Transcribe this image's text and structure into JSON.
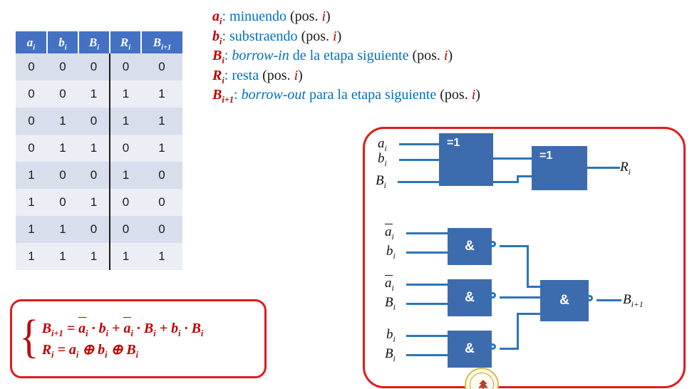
{
  "table": {
    "headers": [
      {
        "base": "a",
        "sub": "i"
      },
      {
        "base": "b",
        "sub": "i"
      },
      {
        "base": "B",
        "sub": "i"
      },
      {
        "base": "R",
        "sub": "i"
      },
      {
        "base": "B",
        "sub": "i+1"
      }
    ],
    "rows": [
      [
        "0",
        "0",
        "0",
        "0",
        "0"
      ],
      [
        "0",
        "0",
        "1",
        "1",
        "1"
      ],
      [
        "0",
        "1",
        "0",
        "1",
        "1"
      ],
      [
        "0",
        "1",
        "1",
        "0",
        "1"
      ],
      [
        "1",
        "0",
        "0",
        "1",
        "0"
      ],
      [
        "1",
        "0",
        "1",
        "0",
        "0"
      ],
      [
        "1",
        "1",
        "0",
        "0",
        "0"
      ],
      [
        "1",
        "1",
        "1",
        "1",
        "1"
      ]
    ]
  },
  "legend": {
    "pos_prefix": "(pos. ",
    "pos_var": "i",
    "pos_suffix": ")",
    "items": [
      {
        "base": "a",
        "sub": "i",
        "colon": ": ",
        "italic": "",
        "rest": "minuendo "
      },
      {
        "base": "b",
        "sub": "i",
        "colon": ": ",
        "italic": "",
        "rest": "substraendo "
      },
      {
        "base": "B",
        "sub": "i",
        "colon": ": ",
        "italic": "borrow-in",
        "rest": " de la etapa siguiente "
      },
      {
        "base": "R",
        "sub": "i",
        "colon": ": ",
        "italic": "",
        "rest": "resta "
      },
      {
        "base": "B",
        "sub": "i+1",
        "colon": ": ",
        "italic": "borrow-out",
        "rest": " para la etapa siguiente "
      }
    ]
  },
  "equations": {
    "brace_glyph": "{",
    "line1": [
      {
        "v": "B",
        "s": "i+1"
      },
      {
        "x": " = "
      },
      {
        "v": "a",
        "s": "i",
        "bar": true
      },
      {
        "x": " · "
      },
      {
        "v": "b",
        "s": "i"
      },
      {
        "x": " + "
      },
      {
        "v": "a",
        "s": "i",
        "bar": true
      },
      {
        "x": " · "
      },
      {
        "v": "B",
        "s": "i"
      },
      {
        "x": " + "
      },
      {
        "v": "b",
        "s": "i"
      },
      {
        "x": " · "
      },
      {
        "v": "B",
        "s": "i"
      }
    ],
    "line2": [
      {
        "v": "R",
        "s": "i"
      },
      {
        "x": " = "
      },
      {
        "v": "a",
        "s": "i"
      },
      {
        "x": " ⊕ "
      },
      {
        "v": "b",
        "s": "i"
      },
      {
        "x": " ⊕ "
      },
      {
        "v": "B",
        "s": "i"
      }
    ]
  },
  "circuit": {
    "xor1_label": "=1",
    "xor2_label": "=1",
    "and_label": "&",
    "inputs_top": [
      {
        "base": "a",
        "sub": "i"
      },
      {
        "base": "b",
        "sub": "i"
      },
      {
        "base": "B",
        "sub": "i"
      }
    ],
    "output_top": {
      "base": "R",
      "sub": "i"
    },
    "inputs_bottom": [
      {
        "base": "a",
        "sub": "i",
        "bar": true
      },
      {
        "base": "b",
        "sub": "i"
      },
      {
        "base": "a",
        "sub": "i",
        "bar": true
      },
      {
        "base": "B",
        "sub": "i"
      },
      {
        "base": "b",
        "sub": "i"
      },
      {
        "base": "B",
        "sub": "i"
      }
    ],
    "output_bottom": {
      "base": "B",
      "sub": "i+1"
    }
  },
  "colors": {
    "variable_red": "#c00000",
    "description_blue": "#0070c0",
    "box_border_red": "#e01b1b",
    "gate_blue": "#3d6cae",
    "wire_blue": "#2e75b6",
    "table_header_blue": "#4471c4"
  },
  "logo": {
    "type": "university-seal"
  }
}
